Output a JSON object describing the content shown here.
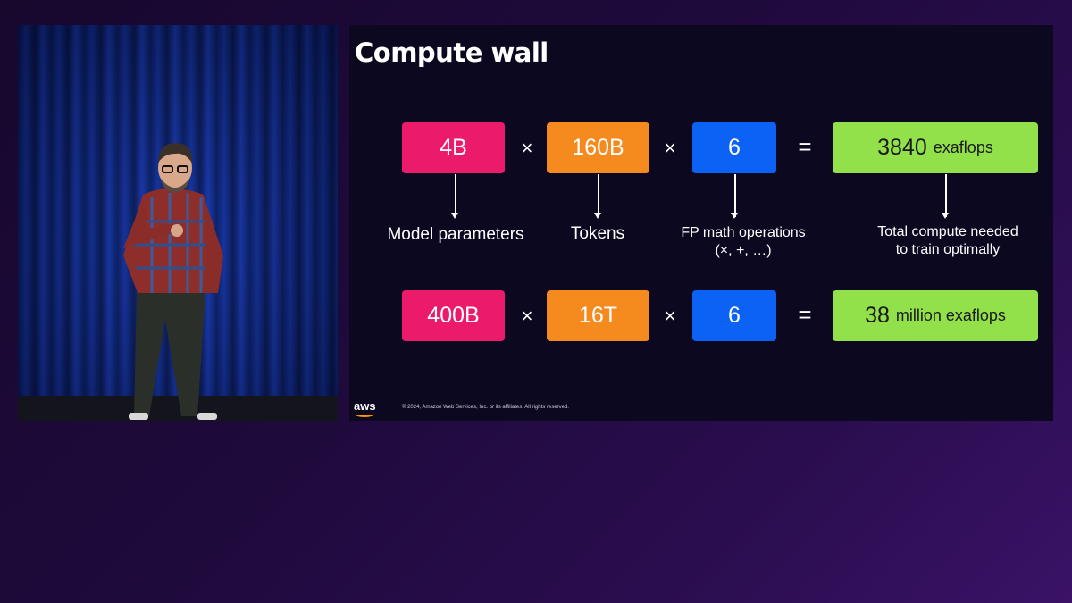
{
  "slide": {
    "title": "Compute wall",
    "row1": {
      "params": "4B",
      "tokens": "160B",
      "ops": "6",
      "result_value": "3840",
      "result_unit": "exaflops"
    },
    "row2": {
      "params": "400B",
      "tokens": "16T",
      "ops": "6",
      "result_value": "38",
      "result_unit": "million exaflops"
    },
    "operators": {
      "times": "×",
      "equals": "="
    },
    "labels": {
      "params": "Model parameters",
      "tokens": "Tokens",
      "ops_line1": "FP math operations",
      "ops_line2": "(×, +, …)",
      "total_line1": "Total compute needed",
      "total_line2": "to train optimally"
    },
    "footer": {
      "logo_text": "aws",
      "copyright": "© 2024, Amazon Web Services, Inc. or its affiliates. All rights reserved."
    },
    "colors": {
      "params": "#ec1a6a",
      "tokens": "#f58a1f",
      "ops": "#0b62f5",
      "result": "#92e04a"
    }
  },
  "speaker_video": {
    "icon": "speaker-video-feed"
  }
}
